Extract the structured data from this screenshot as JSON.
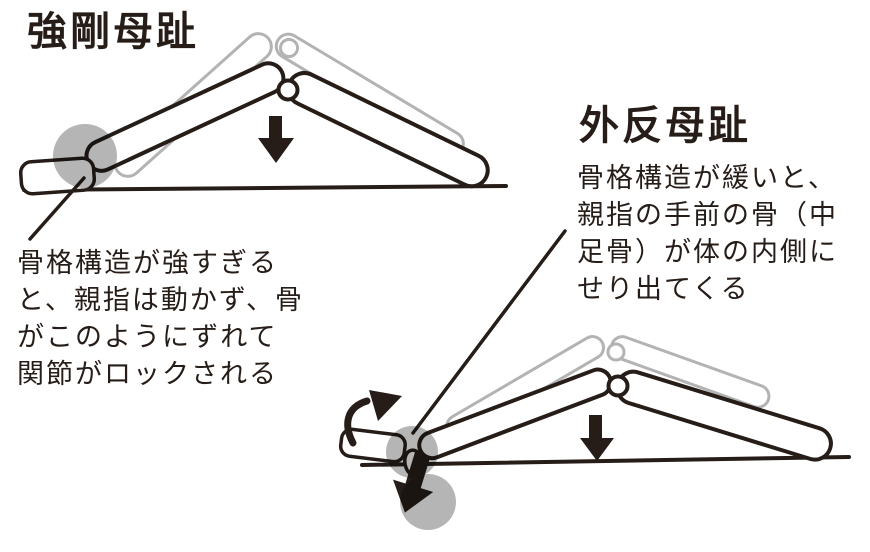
{
  "figures": {
    "left": {
      "title": "強剛母趾",
      "caption": "骨格構造が強すぎる\nと、親指は動かず、骨\nがこのようにずれて\n関節がロックされる"
    },
    "right": {
      "title": "外反母趾",
      "caption": "骨格構造が緩いと、\n親指の手前の骨（中\n足骨）が体の内側に\nせり出てくる"
    }
  },
  "colors": {
    "ink": "#261d18",
    "ghost": "#b3b3b3",
    "highlight": "#b5b5b5",
    "background": "#ffffff"
  }
}
